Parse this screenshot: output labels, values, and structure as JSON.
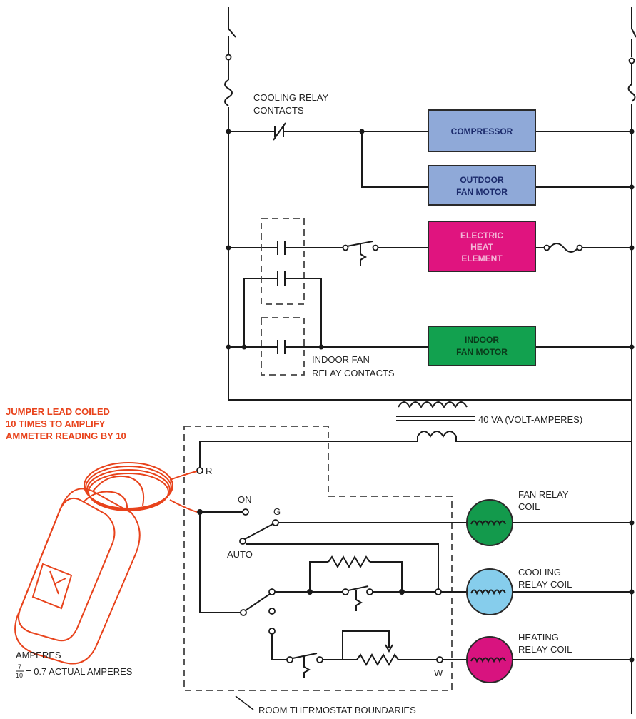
{
  "labels": {
    "cooling_relay_contacts": [
      "COOLING RELAY",
      "CONTACTS"
    ],
    "indoor_fan_relay_contacts": [
      "INDOOR FAN",
      "RELAY CONTACTS"
    ],
    "transformer": "40 VA (VOLT-AMPERES)",
    "jumper": [
      "JUMPER LEAD COILED",
      "10 TIMES TO AMPLIFY",
      "AMMETER READING BY 10"
    ],
    "amperes": "AMPERES",
    "fraction_num": "7",
    "fraction_den": "10",
    "actual_amperes": "= 0.7 ACTUAL AMPERES",
    "thermostat_boundaries": "ROOM THERMOSTAT BOUNDARIES",
    "terminal_r": "R",
    "terminal_g": "G",
    "terminal_w": "W",
    "switch_on": "ON",
    "switch_auto": "AUTO",
    "fan_relay_coil": [
      "FAN RELAY",
      "COIL"
    ],
    "cooling_relay_coil": [
      "COOLING",
      "RELAY COIL"
    ],
    "heating_relay_coil": [
      "HEATING",
      "RELAY COIL"
    ]
  },
  "loads": {
    "compressor": "COMPRESSOR",
    "outdoor_fan_motor": [
      "OUTDOOR",
      "FAN MOTOR"
    ],
    "electric_heat_element": [
      "ELECTRIC",
      "HEAT",
      "ELEMENT"
    ],
    "indoor_fan_motor": [
      "INDOOR",
      "FAN MOTOR"
    ]
  },
  "colors": {
    "compressor_fill": "#8fa9d8",
    "heat_fill": "#e0147f",
    "indoor_fan_fill": "#12a14f",
    "fan_coil": "#139a4c",
    "cooling_coil": "#86cdec",
    "heating_coil": "#d8137f",
    "ammeter": "#e8431c"
  }
}
